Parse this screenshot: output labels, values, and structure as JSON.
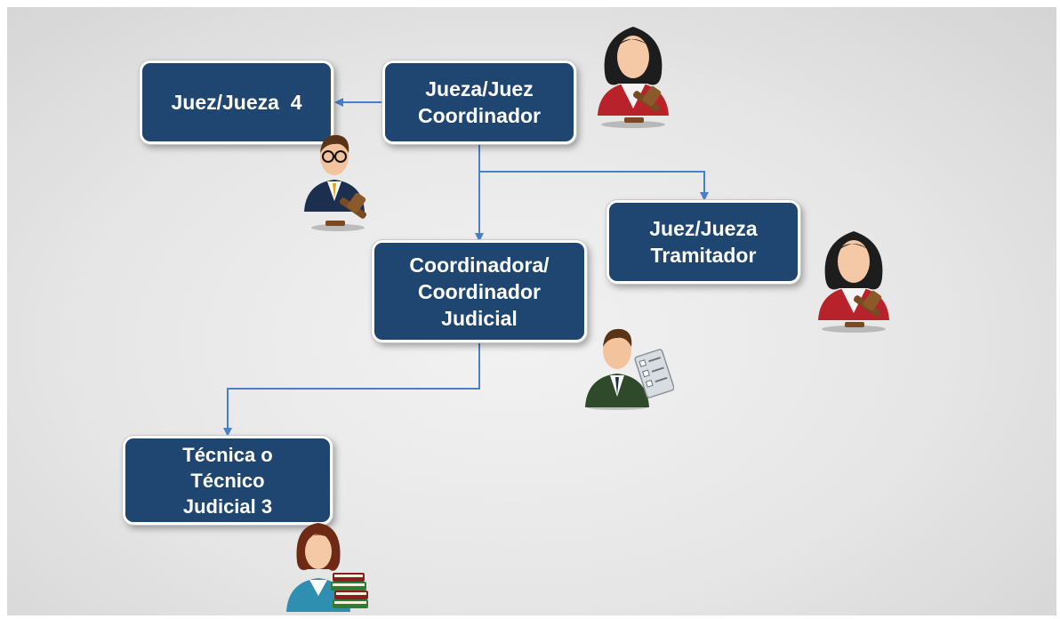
{
  "diagram": {
    "nodes": [
      {
        "id": "coordinador",
        "label": "Jueza/Juez\nCoordinador",
        "avatar": "female-judge-icon"
      },
      {
        "id": "juez4",
        "label": "Juez/Jueza  4",
        "avatar": "male-judge-icon"
      },
      {
        "id": "tramitador",
        "label": "Juez/Jueza\nTramitador",
        "avatar": "female-judge-icon"
      },
      {
        "id": "coord_judicial",
        "label": "Coordinadora/\nCoordinador\nJudicial",
        "avatar": "clerk-with-checklist-icon"
      },
      {
        "id": "tecnico",
        "label": "Técnica o\nTécnico\nJudicial 3",
        "avatar": "female-clerk-with-books-icon"
      }
    ],
    "edges": [
      {
        "from": "coordinador",
        "to": "juez4"
      },
      {
        "from": "coordinador",
        "to": "tramitador"
      },
      {
        "from": "coordinador",
        "to": "coord_judicial"
      },
      {
        "from": "coord_judicial",
        "to": "tecnico"
      }
    ]
  },
  "colors": {
    "box_fill": "#1f4670",
    "box_border": "#ffffff",
    "connector": "#4a7fc9",
    "background": "#e6e6e6"
  }
}
